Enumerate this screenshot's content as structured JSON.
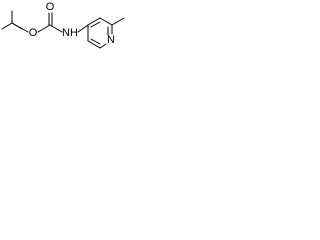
{
  "structure": {
    "atoms": {
      "o_ester": "O",
      "o_carbonyl": "O",
      "n_amide": "NH",
      "n_ring": "N"
    }
  }
}
